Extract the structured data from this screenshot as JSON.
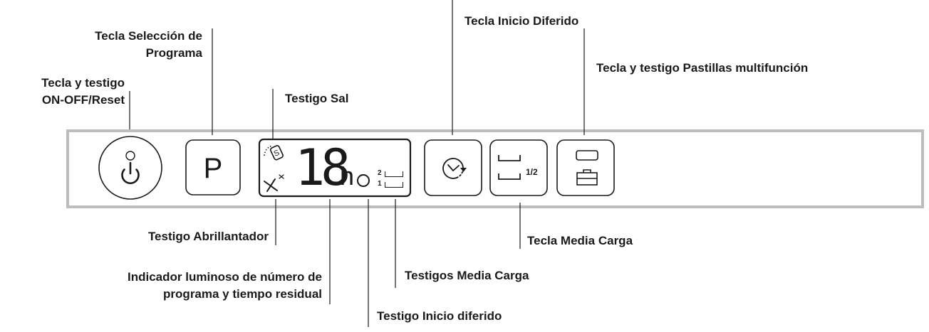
{
  "labels": {
    "on_off": {
      "line1": "Tecla y testigo",
      "line2": "ON-OFF/Reset"
    },
    "program_select": {
      "line1": "Tecla Selección de",
      "line2": "Programa"
    },
    "salt": "Testigo Sal",
    "delay_key": "Tecla Inicio Diferido",
    "tablets": "Tecla y testigo Pastillas multifunción",
    "rinse_aid": "Testigo Abrillantador",
    "half_load_key": "Tecla Media Carga",
    "program_display": {
      "line1": "Indicador luminoso de número de",
      "line2": "programa y tiempo residual"
    },
    "half_load_lights": "Testigos Media Carga",
    "delay_light": "Testigo Inicio diferido"
  },
  "panel": {
    "program_key_glyph": "P",
    "display_digits": "18",
    "display_unit": "h",
    "half_load_fraction": "1/2",
    "level_top": "2",
    "level_bottom": "1"
  },
  "icons": [
    "power-icon",
    "salt-icon",
    "rinse-aid-icon",
    "clock-delay-icon",
    "half-load-icon",
    "tablet-icon"
  ],
  "colors": {
    "panel_border": "#bdbdbd",
    "stroke": "#1a1a1a",
    "text": "#1a1a1a"
  }
}
